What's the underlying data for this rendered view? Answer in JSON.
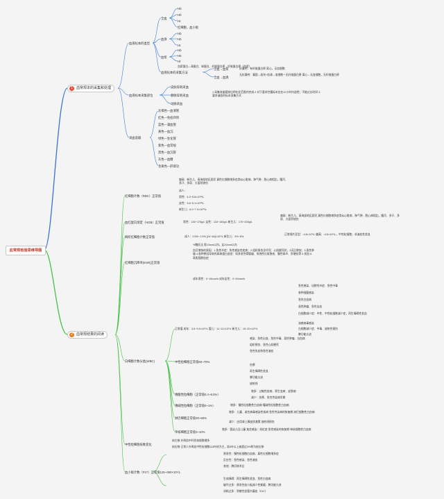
{
  "root": "血常规检验思维导图",
  "sections": [
    {
      "num": "1",
      "label": "血常规本的采集和处理",
      "color": "#e74c3c"
    },
    {
      "num": "2",
      "label": "血常规结果的阅读",
      "color": "#e67e22"
    }
  ],
  "s1": {
    "types_label": "血液标本的类型",
    "whole_blood": "全血",
    "wb_items": [
      "Hb",
      "Hb",
      "Ht",
      "红细胞、血小板"
    ],
    "serum": "血清",
    "serum_items": [
      "Hb",
      "Hb",
      "Ht"
    ],
    "plasma": "血浆",
    "plasma_items": [
      "Hb",
      "Hb",
      "Ht"
    ],
    "plasma_note": "血浆蛋白—清蛋白、球蛋白、纤维蛋白原→纤维蛋白原（血浆）",
    "separation_label": "血液标本的采集方法",
    "sep1": "全血→血浆",
    "sep1_desc": "抗凝剂：有纤维蛋白原 离心，无血细胞",
    "sep2": "全血→血清",
    "sep2_desc": "无抗凝剂：凝固→血块+血清→血细胞一无纤维蛋白原 离心→无血细胞，无纤维蛋白原",
    "collect_label": "血液标本采集部位",
    "collect_items": [
      "皮肤穿刺采血",
      "静脉穿刺采血",
      "动脉采血"
    ],
    "collect_note": "1.采集血量要按比例在此范围内完成 2.对于要求空腹标本应在12小时内送检；不能过长时间 3.要求溶血的标本采集方式",
    "tube_label": "采血容器",
    "tubes": [
      "灰褐色—血清管",
      "红色—免疫四项",
      "蓝色—凝血管",
      "黄色—血沉",
      "绿色—生化管",
      "紫色—血常规",
      "黑色—血沉管",
      "灰色—血糖",
      "金黄色—肝肾功"
    ]
  },
  "s2": {
    "rbc_label": "红细胞计数（RBC）正常值",
    "rbc_note": "偏高：新生儿、高海拔地区居民 真性红细胞增多症类似心脏病、肺气肿、脱心病相比，腹泻、多汗、多尿、大面积烧伤",
    "rbc_vals": [
      "成人：",
      "男性：4.3~5.8×10¹²/L",
      "女性：3.8~5.1×10¹²/L",
      "新生儿：6.0~7.0×10¹²/L"
    ],
    "hgb_label": "血红蛋白测定（HGB）正常值",
    "hgb_vals": "男性：130~175g/L 女性：115~150g/L 新生儿：170~200g/L",
    "hgb_note": "偏高：新生儿、高海拔地区居民 真性红细胞增多症类似心脏病、肺气肿、脱心病相比，腹泻、多汗、多尿、大面积烧伤",
    "ret_label": "网织红细胞计数正常值",
    "ret_vals": "成人：0.5%~1.5% [24~84]×10⁹/L 新生儿：3%~6%",
    "ret_note": "正常细片亚型：<15×10⁹/L 偏高：<15×10⁹/L，中性粒细胞；非溶血性贫血",
    "esr_label": "红细胞沉降率(ESR)正常值",
    "esr_notes": [
      "%魏氏法 男10mm以内，女20mm以内",
      "血沉增快的原因：1.急性炎症：急性感染性疾病；2.组织损伤及坏死：心肌梗死时，3天后增快；3.恶性肿瘤 4.各种原因导致的高球蛋白血症：如多发性骨髓瘤、系统性红斑狼疮、慢性肾炎、肝硬化等 5.贫血 6.高胆固醇血症",
      "成年男性：0~15mm/h 成年女性：0~20mm/h"
    ],
    "wbc_label": "白细胞计数分类(WBC)",
    "wbc_norm": "正常值 成年：3.5~9.5×10⁹/L 婴儿：11~12×10⁹/L 新生儿：15~20×10⁹/L",
    "wbc_high_items": [
      "急性感染、化脓性炎症、急性中毒",
      "各种细菌感染",
      "急性白血病",
      "恶性肿瘤、急性出血",
      "白细胞减少症：中性、中性粒细胞减少症，再生障碍性贫血"
    ],
    "wbc_low_items": [
      "流感病毒感染",
      "白细胞减少症、中毒、放射性损伤",
      "脾功能亢进"
    ],
    "neut_label": "中性粒细胞正常值50~70%",
    "neut_high": [
      "感染、急性出血、急性中毒、恶性肿瘤、白血病",
      "组织损伤、急性心肌梗死",
      "急性失血和急性溶血"
    ],
    "neut_low": [
      "伤寒",
      "再生障碍性贫血",
      "脾功能亢进",
      "放射线"
    ],
    "eos_label": "嗜酸性粒细胞（正常值0.4~8.0%）",
    "eos_items": [
      "增多：过敏性疾病、寄生虫病、皮肤病",
      "减少：伤寒、急性传染病早期"
    ],
    "baso_label": "嗜碱性粒细胞（正常值0~1%）",
    "baso_note": "增多：慢性粒细胞性白血病 嗜碱性粒细胞性白血病",
    "lymph_label": "淋巴细胞正常值20~50%",
    "lymph_items": [
      "增多：儿童、某些病毒感染性疾病 急性传染病的恢复期 淋巴细胞性白血病",
      "减少：应用肾上腺皮质激素 放射线损伤"
    ],
    "mono_label": "单核细胞正常值3~10%",
    "mono_note": "增多：婴幼儿及儿童 某些感染：如疟疾 急性感染的恢复期 单核细胞性白血病",
    "neut_change_label": "中性粒细胞核象变化",
    "neut_change_items": [
      "核左移 外周血中杆状核细胞增多",
      "核右移 正常人外周血中性粒细胞以3叶核为主，若5叶以上者超过3%称为核右移"
    ],
    "plt_label": "血小板计数（PLT）正常值125~350×10⁹/L",
    "plt_high": [
      "原发性：慢性粒细胞白血病、真性红细胞增多症",
      "反应性：急性感染、急性溶血",
      "其他：脾切除术后"
    ],
    "plt_low": [
      "生成障碍：再生障碍性贫血、急性白血病",
      "破坏过多：原发性血小板减少性紫癜、脾功能亢进",
      "消耗过多：弥散性血管内凝血（DIC）"
    ]
  }
}
